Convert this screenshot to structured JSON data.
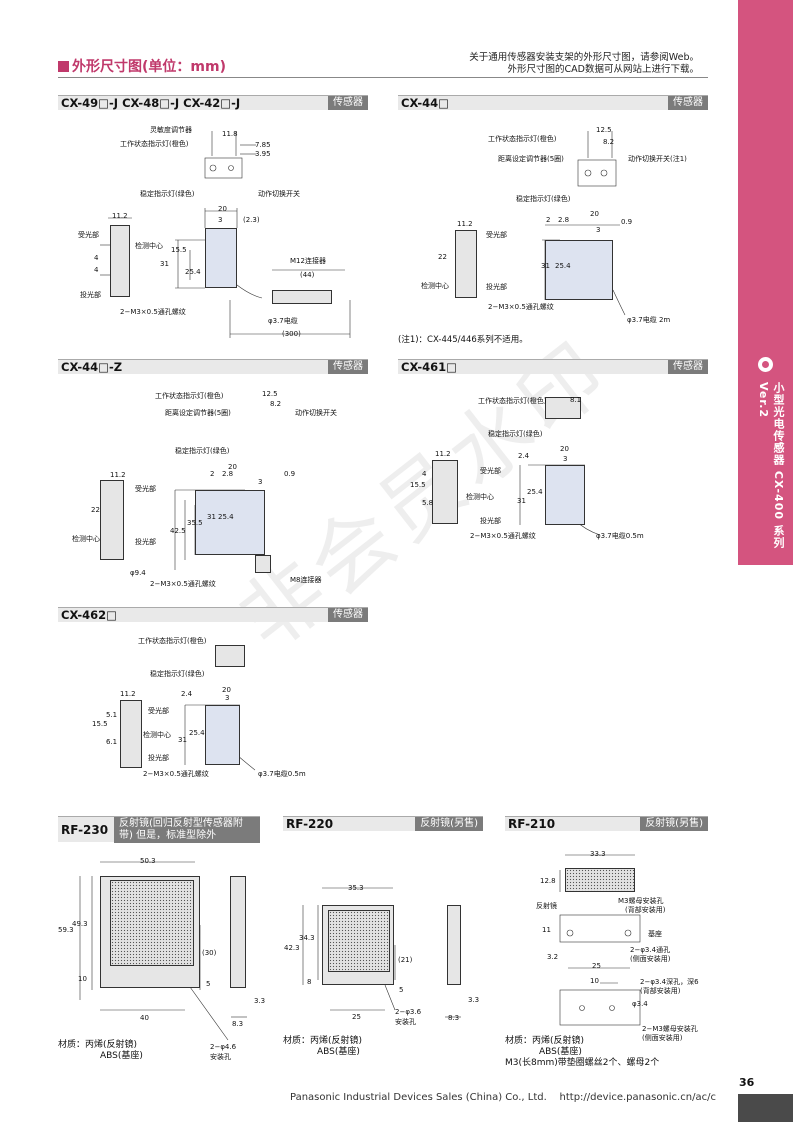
{
  "header": {
    "title": "外形尺寸图(单位：mm)",
    "note_line1": "关于通用传感器安装支架的外形尺寸图，请参阅Web。",
    "note_line2": "外形尺寸图的CAD数据可从网站上进行下载。"
  },
  "side_tab": {
    "text": "小型光电传感器 CX-400 系列 Ver.2"
  },
  "sections": {
    "cx49": {
      "name": "CX-49□-J  CX-48□-J  CX-42□-J",
      "tag": "传感器",
      "labels": [
        "灵敏度调节器",
        "工作状态指示灯(橙色)",
        "稳定指示灯(绿色)",
        "动作切换开关",
        "受光部",
        "检测中心",
        "投光部",
        "2−M3×0.5通孔螺纹",
        "M12连接器",
        "φ3.7电缆"
      ],
      "dims": [
        "11.8",
        "7.85",
        "3.95",
        "20",
        "3",
        "(2.3)",
        "11.2",
        "15.5",
        "31",
        "25.4",
        "4",
        "4",
        "(44)",
        "(300)"
      ]
    },
    "cx44": {
      "name": "CX-44□",
      "tag": "传感器",
      "labels": [
        "工作状态指示灯(橙色)",
        "距离设定调节器(5圈)",
        "动作切换开关(注1)",
        "稳定指示灯(绿色)",
        "受光部",
        "检测中心",
        "投光部",
        "2−M3×0.5通孔螺纹",
        "φ3.7电缆 2m"
      ],
      "dims": [
        "12.5",
        "8.2",
        "20",
        "2",
        "2.8",
        "3",
        "0.9",
        "11.2",
        "22",
        "31",
        "25.4"
      ],
      "note": "(注1)：CX-445/446系列不适用。"
    },
    "cx44z": {
      "name": "CX-44□-Z",
      "tag": "传感器",
      "labels": [
        "工作状态指示灯(橙色)",
        "距离设定调节器(5圈)",
        "动作切换开关",
        "稳定指示灯(绿色)",
        "受光部",
        "检测中心",
        "投光部",
        "2−M3×0.5通孔螺纹",
        "M8连接器"
      ],
      "dims": [
        "12.5",
        "8.2",
        "20",
        "2",
        "2.8",
        "3",
        "0.9",
        "11.2",
        "22",
        "42.5",
        "35.5",
        "31",
        "25.4",
        "φ9.4"
      ]
    },
    "cx461": {
      "name": "CX-461□",
      "tag": "传感器",
      "labels": [
        "工作状态指示灯(橙色)",
        "稳定指示灯(绿色)",
        "受光部",
        "检测中心",
        "投光部",
        "2−M3×0.5通孔螺纹",
        "φ3.7电缆0.5m"
      ],
      "dims": [
        "8.1",
        "11.2",
        "20",
        "2.4",
        "3",
        "4",
        "15.5",
        "5.8",
        "31",
        "25.4"
      ]
    },
    "cx462": {
      "name": "CX-462□",
      "tag": "传感器",
      "labels": [
        "工作状态指示灯(橙色)",
        "稳定指示灯(绿色)",
        "受光部",
        "检测中心",
        "投光部",
        "2−M3×0.5通孔螺纹",
        "φ3.7电缆0.5m"
      ],
      "dims": [
        "11.2",
        "2.4",
        "20",
        "3",
        "5.1",
        "15.5",
        "6.1",
        "31",
        "25.4"
      ]
    },
    "rf230": {
      "name": "RF-230",
      "tag": "反射镜(回归反射型传感器附带) 但是，标准型除外",
      "dims": [
        "50.3",
        "49.3",
        "59.3",
        "(30)",
        "10",
        "5",
        "3.3",
        "40",
        "8.3",
        "2−φ4.6",
        "安装孔"
      ],
      "material_label": "材质：",
      "material_line1": "丙烯(反射镜)",
      "material_line2": "ABS(基座)"
    },
    "rf220": {
      "name": "RF-220",
      "tag": "反射镜(另售)",
      "dims": [
        "35.3",
        "42.3",
        "34.3",
        "(21)",
        "8",
        "5",
        "3.3",
        "25",
        "8.3",
        "2−φ3.6",
        "安装孔"
      ],
      "material_label": "材质：",
      "material_line1": "丙烯(反射镜)",
      "material_line2": "ABS(基座)"
    },
    "rf210": {
      "name": "RF-210",
      "tag": "反射镜(另售)",
      "labels": [
        "反射镜",
        "M3螺母安装孔",
        "(背部安装用)",
        "基座",
        "2−φ3.4通孔",
        "(侧面安装用)",
        "2−φ3.4深孔，深6",
        "(背部安装用)",
        "2−M3螺母安装孔",
        "(侧面安装用)"
      ],
      "dims": [
        "33.3",
        "12.8",
        "11",
        "3.2",
        "25",
        "10",
        "φ3.4"
      ],
      "material_label": "材质：",
      "material_line1": "丙烯(反射镜)",
      "material_line2": "ABS(基座)",
      "material_line3": "M3(长8mm)带垫圈螺丝2个、螺母2个"
    }
  },
  "watermark": "非会员水印",
  "footer": {
    "company": "Panasonic Industrial Devices Sales (China) Co., Ltd.",
    "url": "http://device.panasonic.cn/ac/c",
    "page": "36"
  }
}
